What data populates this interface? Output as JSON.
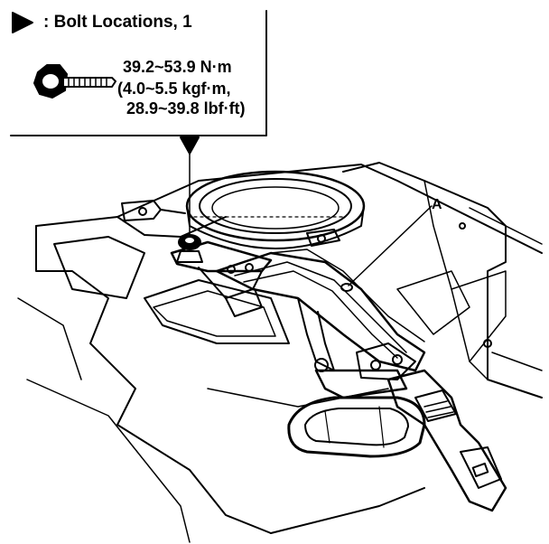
{
  "legend": {
    "title": ": Bolt Locations, 1",
    "marker_icon": "bolt-location-marker-icon",
    "bolt_icon": "flange-bolt-icon",
    "torque_lines": [
      "39.2~53.9 N·m",
      "(4.0~5.5 kgf·m,",
      "28.9~39.8 lbf·ft)"
    ]
  },
  "callouts": {
    "a": "A"
  },
  "colors": {
    "ink": "#000000",
    "paper": "#ffffff"
  }
}
